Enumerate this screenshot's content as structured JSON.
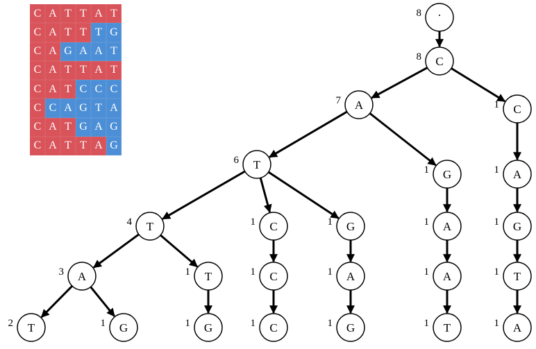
{
  "colors": {
    "prefix": "#d9535a",
    "suffix": "#4d8fd6"
  },
  "sequences": [
    {
      "text": "CATTAT",
      "prefix": 6
    },
    {
      "text": "CATTTG",
      "prefix": 4
    },
    {
      "text": "CAGAAT",
      "prefix": 2
    },
    {
      "text": "CATTAT",
      "prefix": 6
    },
    {
      "text": "CATCCC",
      "prefix": 3
    },
    {
      "text": "CCAGTA",
      "prefix": 1
    },
    {
      "text": "CATGAG",
      "prefix": 3
    },
    {
      "text": "CATTAG",
      "prefix": 5
    }
  ],
  "tree": {
    "nodes": [
      {
        "id": "root",
        "label": ".",
        "count": "8"
      },
      {
        "id": "c",
        "label": "C",
        "count": "8"
      },
      {
        "id": "ca",
        "label": "A",
        "count": "7"
      },
      {
        "id": "cc",
        "label": "C",
        "count": "1"
      },
      {
        "id": "cat",
        "label": "T",
        "count": "6"
      },
      {
        "id": "cag",
        "label": "G",
        "count": "1"
      },
      {
        "id": "cca",
        "label": "A",
        "count": "1"
      },
      {
        "id": "catt",
        "label": "T",
        "count": "4"
      },
      {
        "id": "catc",
        "label": "C",
        "count": "1"
      },
      {
        "id": "catg",
        "label": "G",
        "count": "1"
      },
      {
        "id": "caga",
        "label": "A",
        "count": "1"
      },
      {
        "id": "ccag",
        "label": "G",
        "count": "1"
      },
      {
        "id": "catta",
        "label": "A",
        "count": "3"
      },
      {
        "id": "cattt",
        "label": "T",
        "count": "1"
      },
      {
        "id": "catcc",
        "label": "C",
        "count": "1"
      },
      {
        "id": "catga",
        "label": "A",
        "count": "1"
      },
      {
        "id": "cagaa",
        "label": "A",
        "count": "1"
      },
      {
        "id": "ccagt",
        "label": "T",
        "count": "1"
      },
      {
        "id": "cattat",
        "label": "T",
        "count": "2"
      },
      {
        "id": "cattag",
        "label": "G",
        "count": "1"
      },
      {
        "id": "catttg",
        "label": "G",
        "count": "1"
      },
      {
        "id": "catccc",
        "label": "C",
        "count": "1"
      },
      {
        "id": "catgag",
        "label": "G",
        "count": "1"
      },
      {
        "id": "cagaat",
        "label": "T",
        "count": "1"
      },
      {
        "id": "ccagta",
        "label": "A",
        "count": "1"
      }
    ],
    "edges": [
      [
        "root",
        "c"
      ],
      [
        "c",
        "ca"
      ],
      [
        "c",
        "cc"
      ],
      [
        "ca",
        "cat"
      ],
      [
        "ca",
        "cag"
      ],
      [
        "cc",
        "cca"
      ],
      [
        "cat",
        "catt"
      ],
      [
        "cat",
        "catc"
      ],
      [
        "cat",
        "catg"
      ],
      [
        "cag",
        "caga"
      ],
      [
        "cca",
        "ccag"
      ],
      [
        "catt",
        "catta"
      ],
      [
        "catt",
        "cattt"
      ],
      [
        "catc",
        "catcc"
      ],
      [
        "catg",
        "catga"
      ],
      [
        "caga",
        "cagaa"
      ],
      [
        "ccag",
        "ccagt"
      ],
      [
        "catta",
        "cattat"
      ],
      [
        "catta",
        "cattag"
      ],
      [
        "cattt",
        "catttg"
      ],
      [
        "catcc",
        "catccc"
      ],
      [
        "catga",
        "catgag"
      ],
      [
        "cagaa",
        "cagaat"
      ],
      [
        "ccagt",
        "ccagta"
      ]
    ]
  }
}
